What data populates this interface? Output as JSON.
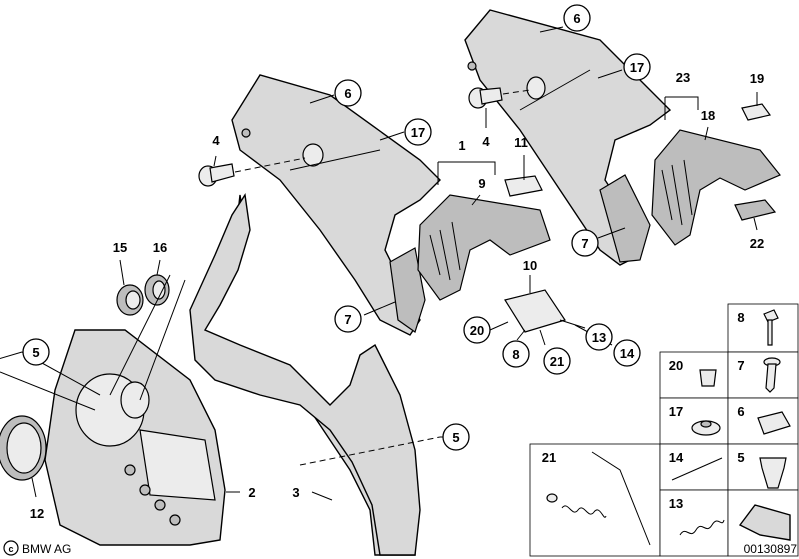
{
  "callouts": {
    "c6a": "6",
    "c6b": "6",
    "c17a": "17",
    "c17b": "17",
    "c4a": "4",
    "c4b": "4",
    "c1": "1",
    "c9": "9",
    "c11": "11",
    "c23": "23",
    "c18": "18",
    "c19": "19",
    "c22": "22",
    "c7a": "7",
    "c7b": "7",
    "c10": "10",
    "c20": "20",
    "c8": "8",
    "c21": "21",
    "c13": "13",
    "c14": "14",
    "c15": "15",
    "c16": "16",
    "c5a": "5",
    "c5b": "5",
    "c2": "2",
    "c3": "3",
    "c12": "12"
  },
  "grid": {
    "g8": "8",
    "g20": "20",
    "g7": "7",
    "g17": "17",
    "g6": "6",
    "g21": "21",
    "g14": "14",
    "g5": "5",
    "g13": "13"
  },
  "footer": {
    "brand": "BMW AG",
    "code": "00130897"
  }
}
